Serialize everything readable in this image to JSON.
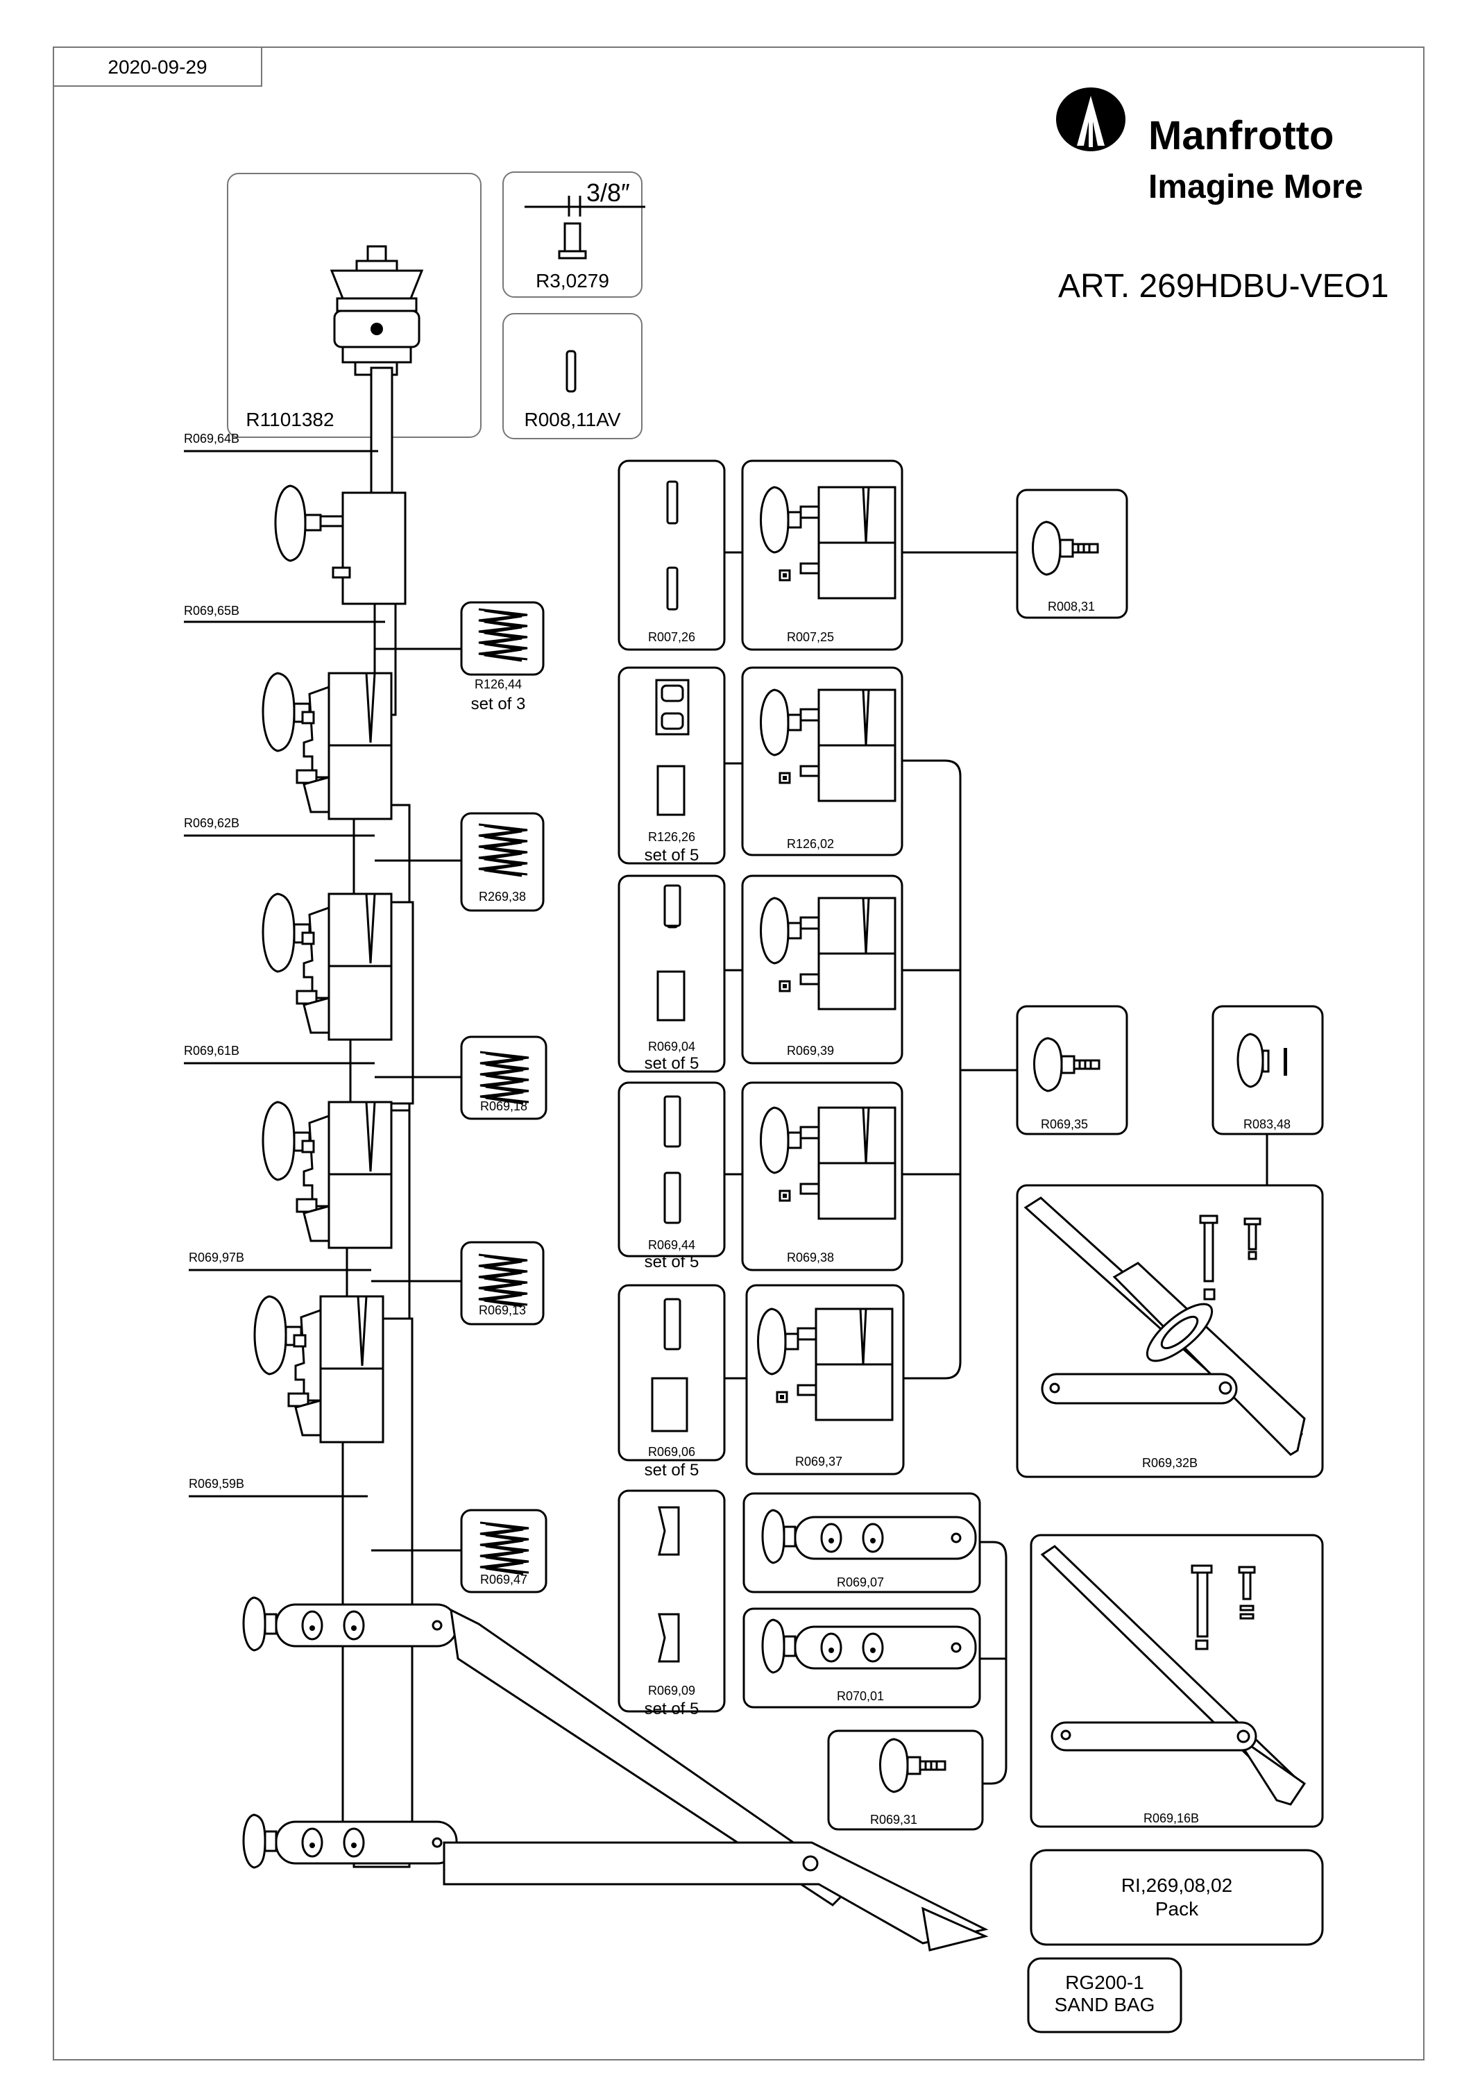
{
  "header": {
    "date": "2020-09-29",
    "brand_name": "Manfrotto",
    "brand_tagline": "Imagine More",
    "article": "ART.  269HDBU-VEO1"
  },
  "top_parts": {
    "thread_label": "3/8″",
    "head_adapter": "R1101382",
    "screw": "R3,0279",
    "pin": "R008,11AV"
  },
  "column_labels": {
    "s1": "R069,64B",
    "s2": "R069,65B",
    "s3": "R069,62B",
    "s4": "R069,61B",
    "s5": "R069,97B",
    "s6": "R069,59B"
  },
  "springs": {
    "a": "R126,44",
    "a_note": "set of 3",
    "b": "R269,38",
    "c": "R069,18",
    "d": "R069,13",
    "e": "R069,47"
  },
  "clamp_parts": {
    "r1_pads": "R007,26",
    "r1_clamp": "R007,25",
    "r1_knob": "R008,31",
    "r2_pads": "R126,26",
    "r2_note": "set of 5",
    "r2_clamp": "R126,02",
    "r3_pads": "R069,04",
    "r3_note": "set of 5",
    "r3_clamp": "R069,39",
    "r4_pads": "R069,44",
    "r4_note": "set of 5",
    "r4_clamp": "R069,38",
    "r5_pads": "R069,06",
    "r5_note": "set of 5",
    "r5_clamp": "R069,37",
    "shared_knob": "R069,35",
    "knob_b": "R083,48",
    "leg_a": "R069,32B",
    "r6_pads": "R069,09",
    "r6_note": "set of 5",
    "leg_clamp_a": "R069,07",
    "leg_clamp_b": "R070,01",
    "knob_c": "R069,31",
    "leg_b": "R069,16B"
  },
  "accessories": {
    "pack_code": "RI,269,08,02",
    "pack_label": "Pack",
    "sandbag_code": "RG200-1",
    "sandbag_label": "SAND BAG"
  }
}
